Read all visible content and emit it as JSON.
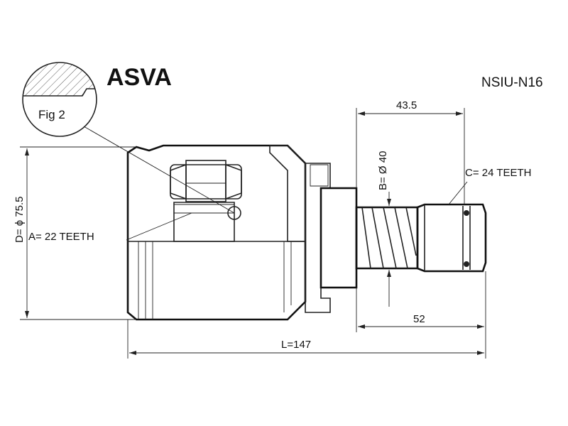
{
  "brand": "ASVA",
  "part_number": "NSIU-N16",
  "fig_label": "Fig 2",
  "dimensions": {
    "length": "L=147",
    "diameter_d": "D= ϕ 75.5",
    "diameter_b": "B= Ø 40",
    "top_width": "43.5",
    "shaft_length": "52"
  },
  "teeth": {
    "a": "A= 22 TEETH",
    "c": "C= 24 TEETH"
  }
}
